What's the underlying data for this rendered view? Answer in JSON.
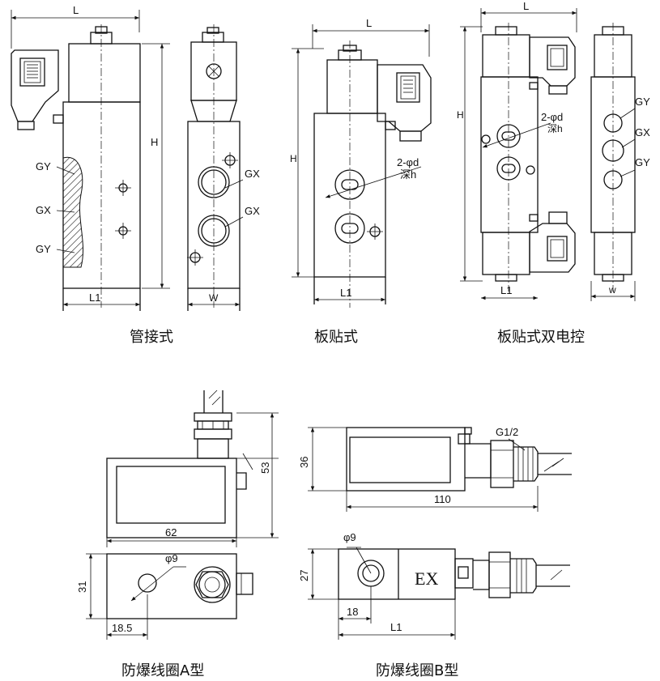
{
  "captions": {
    "pipe": "管接式",
    "plate": "板贴式",
    "plate_double": "板贴式双电控",
    "ex_a": "防爆线圈A型",
    "ex_b": "防爆线圈B型"
  },
  "labels": {
    "L": "L",
    "L1": "L1",
    "H": "H",
    "W": "W",
    "w_lower": "w",
    "GY": "GY",
    "GX": "GX",
    "bore_2d": "2-φd",
    "depth_h": "深h",
    "dim_53": "53",
    "dim_62": "62",
    "dim_31": "31",
    "dim_18_5": "18.5",
    "phi9": "φ9",
    "dim_36": "36",
    "dim_110": "110",
    "G1_2": "G1/2",
    "dim_27": "27",
    "dim_18": "18",
    "EX": "EX"
  }
}
